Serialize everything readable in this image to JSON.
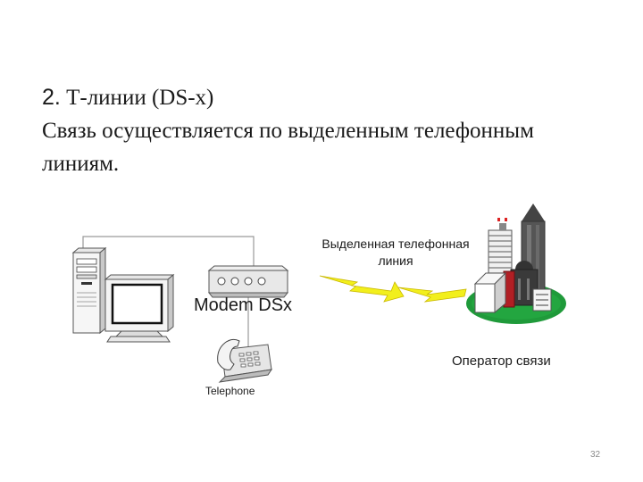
{
  "slide": {
    "heading_number": "2.",
    "heading_title": "Т-линии (DS-x)",
    "heading_text": "Связь осуществляется по выделенным телефонным линиям.",
    "page_number": "32"
  },
  "diagram": {
    "modem_label": "Modem DSx",
    "line_label_1": "Выделенная телефонная",
    "line_label_2": "линия",
    "operator_label": "Оператор связи",
    "telephone_label": "Telephone",
    "icons": [
      "computer-tower-icon",
      "monitor-icon",
      "modem-icon",
      "telephone-icon",
      "lightning-line-icon",
      "city-buildings-icon"
    ],
    "colors": {
      "lightning": "#f2ef1c",
      "ground": "#1f9a3a",
      "wire": "#9a9a9a"
    }
  }
}
